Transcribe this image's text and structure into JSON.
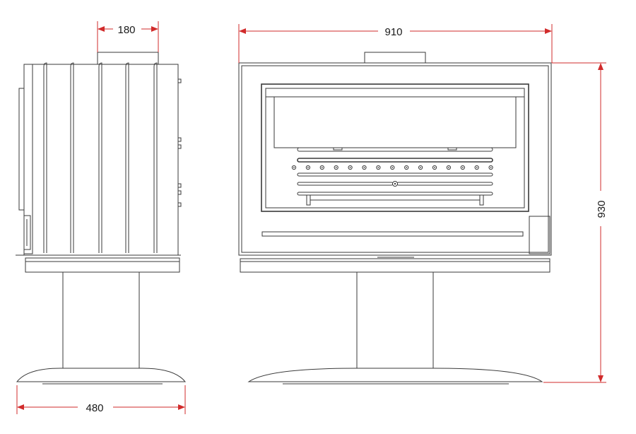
{
  "dimensions": {
    "flue_offset": "180",
    "front_width": "910",
    "total_height": "930",
    "side_depth": "480"
  },
  "colors": {
    "dimension_line": "#d12b2b",
    "outline": "#3a3a3a",
    "background": "#ffffff"
  }
}
